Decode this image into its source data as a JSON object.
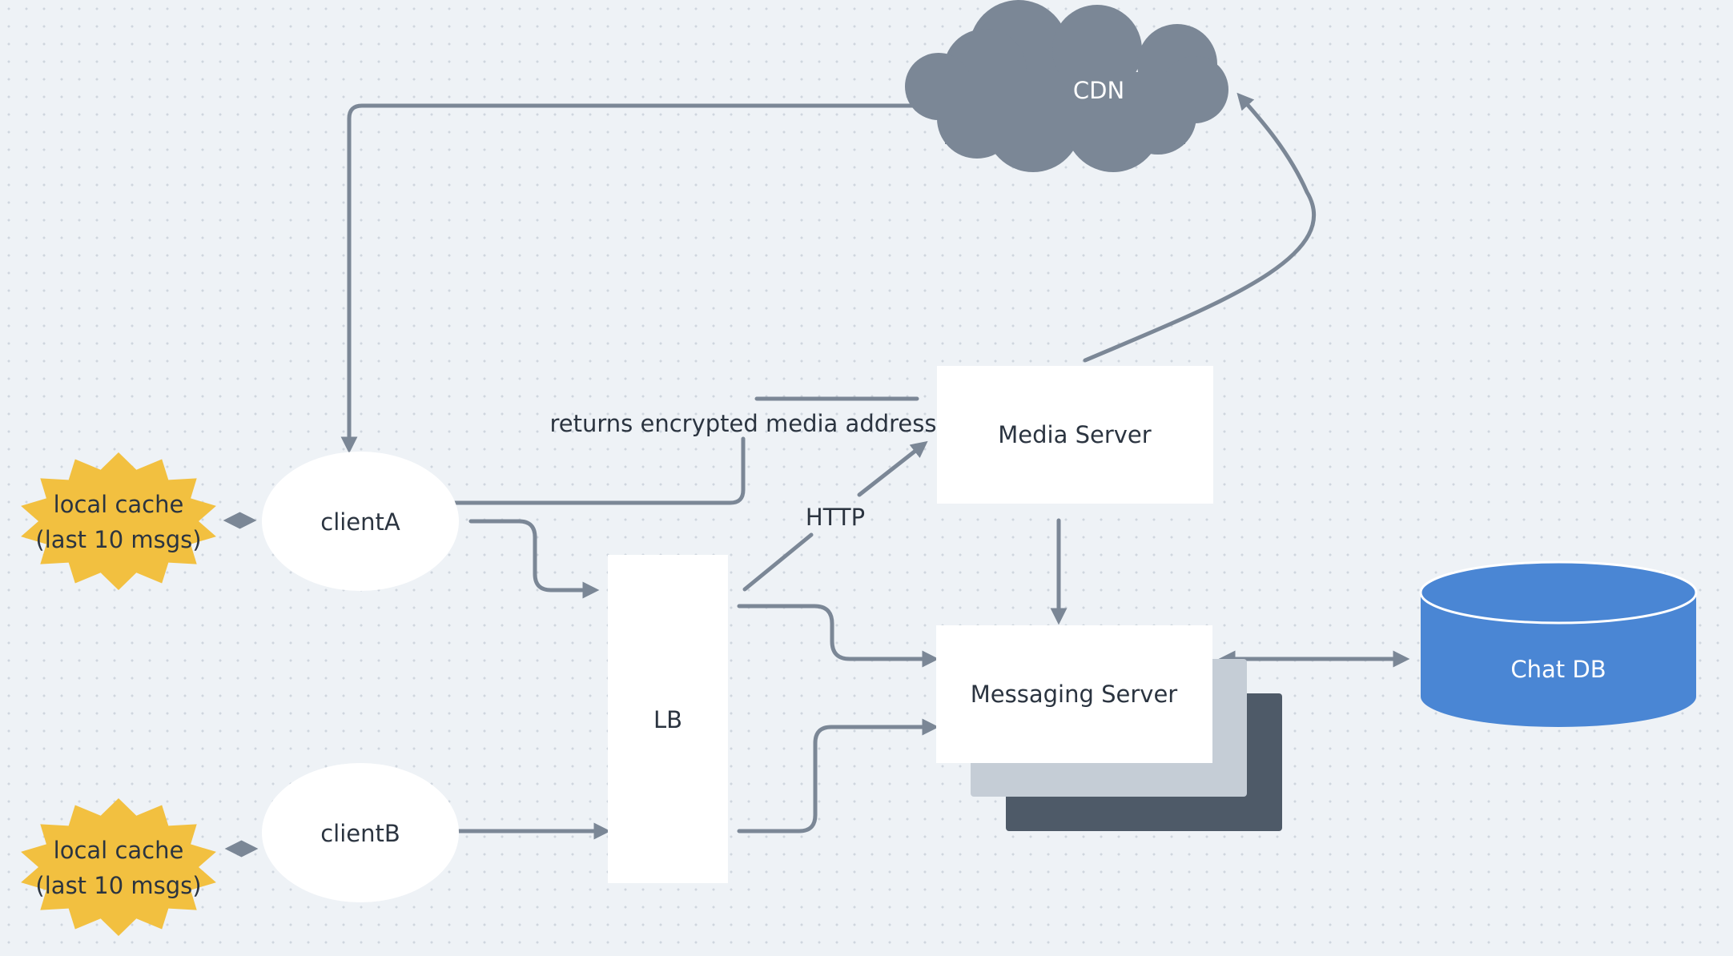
{
  "nodes": {
    "cdn": "CDN",
    "media_server": "Media Server",
    "messaging_server": "Messaging Server",
    "chat_db": "Chat DB",
    "lb": "LB",
    "client_a": "clientA",
    "client_b": "clientB",
    "cache_a": {
      "line1": "local cache",
      "line2": "(last 10 msgs)"
    },
    "cache_b": {
      "line1": "local cache",
      "line2": "(last 10 msgs)"
    }
  },
  "edges": {
    "returns_label": "returns encrypted media address",
    "http_label": "HTTP"
  },
  "colors": {
    "edge": "#7b8796",
    "cloud": "#7b8796",
    "database": "#4a86d4",
    "cache_star": "#f2c040",
    "stack_light": "#c5cdd6",
    "stack_dark": "#4e5a68"
  }
}
